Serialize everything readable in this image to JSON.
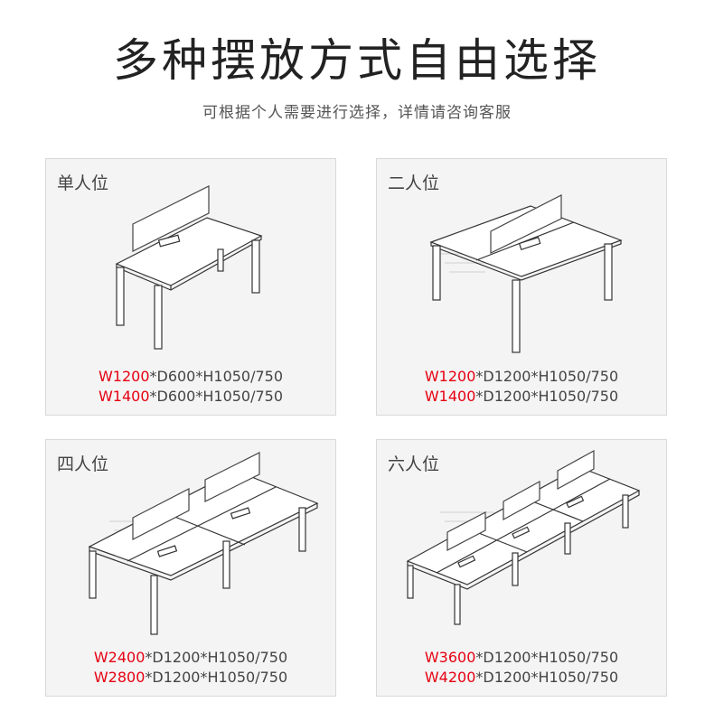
{
  "header": {
    "title": "多种摆放方式自由选择",
    "subtitle": "可根据个人需要进行选择，详情请咨询客服"
  },
  "colors": {
    "accent": "#e60012",
    "card_bg": "#f4f4f4",
    "line": "#333333"
  },
  "cards": [
    {
      "label": "单人位",
      "lines": [
        {
          "w": "W1200",
          "rest": "*D600*H1050/750"
        },
        {
          "w": "W1400",
          "rest": "*D600*H1050/750"
        }
      ]
    },
    {
      "label": "二人位",
      "lines": [
        {
          "w": "W1200",
          "rest": "*D1200*H1050/750"
        },
        {
          "w": "W1400",
          "rest": "*D1200*H1050/750"
        }
      ]
    },
    {
      "label": "四人位",
      "lines": [
        {
          "w": "W2400",
          "rest": "*D1200*H1050/750"
        },
        {
          "w": "W2800",
          "rest": "*D1200*H1050/750"
        }
      ]
    },
    {
      "label": "六人位",
      "lines": [
        {
          "w": "W3600",
          "rest": "*D1200*H1050/750"
        },
        {
          "w": "W4200",
          "rest": "*D1200*H1050/750"
        }
      ]
    }
  ]
}
